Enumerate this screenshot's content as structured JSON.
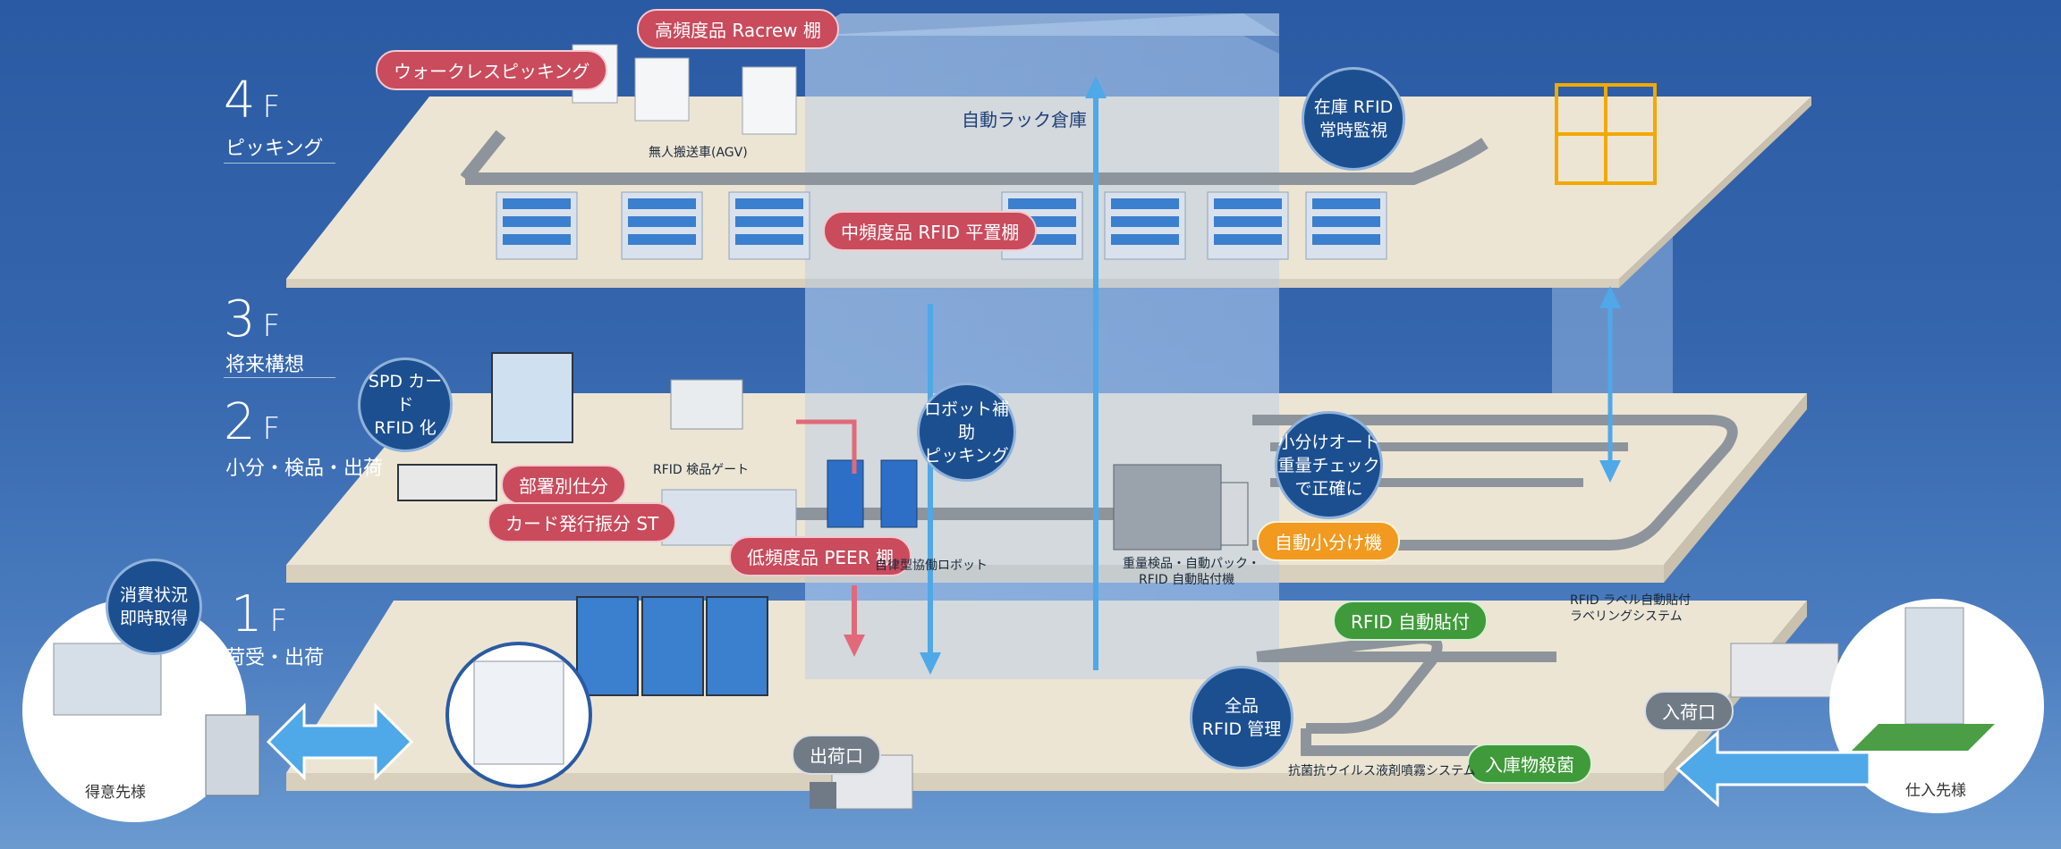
{
  "floors": {
    "f4": {
      "num": "4",
      "unit": "F",
      "desc": "ピッキング"
    },
    "f3": {
      "num": "3",
      "unit": "F",
      "desc": "将来構想"
    },
    "f2": {
      "num": "2",
      "unit": "F",
      "desc": "小分・検品・出荷"
    },
    "f1": {
      "num": "1",
      "unit": "F",
      "desc": "荷受・出荷"
    }
  },
  "tower": {
    "label": "自動ラック倉庫"
  },
  "pills": {
    "high_freq": "高頻度品 Racrew 棚",
    "walkless": "ウォークレスピッキング",
    "mid_freq": "中頻度品 RFID 平置棚",
    "dept_sort": "部署別仕分",
    "card_issue": "カード発行振分 ST",
    "low_freq": "低頻度品 PEER 棚",
    "auto_divide": "自動小分け機",
    "rfid_auto": "RFID 自動貼付",
    "sterilize": "入庫物殺菌",
    "receive": "入荷口",
    "ship": "出荷口"
  },
  "circles": {
    "inventory": [
      "在庫 RFID",
      "常時監視"
    ],
    "spd": [
      "SPD カード",
      "RFID 化"
    ],
    "robot": [
      "ロボット補助",
      "ピッキング"
    ],
    "divide": [
      "小分けオート",
      "重量チェック",
      "で正確に"
    ],
    "consume": [
      "消費状況",
      "即時取得"
    ],
    "all_rfid": [
      "全品",
      "RFID 管理"
    ]
  },
  "labels": {
    "agv": "無人搬送車(AGV)",
    "rfid_gate": "RFID 検品ゲート",
    "autonomous_robot": "自律型協働ロボット",
    "weight_check": [
      "重量検品・自動パック・",
      "RFID 自動貼付機"
    ],
    "label_system": [
      "RFID ラベル自動貼付",
      "ラベリングシステム"
    ],
    "antivirus": "抗菌抗ウイルス液剤噴霧システム"
  },
  "endpoints": {
    "customer": "得意先様",
    "supplier": "仕入先様"
  },
  "colors": {
    "floor": "#ede5d4",
    "floor_edge": "#d8cfbd",
    "accent_red": "#c94b5c",
    "accent_blue": "#1c4f8f",
    "tower": "#a9c6ea"
  }
}
